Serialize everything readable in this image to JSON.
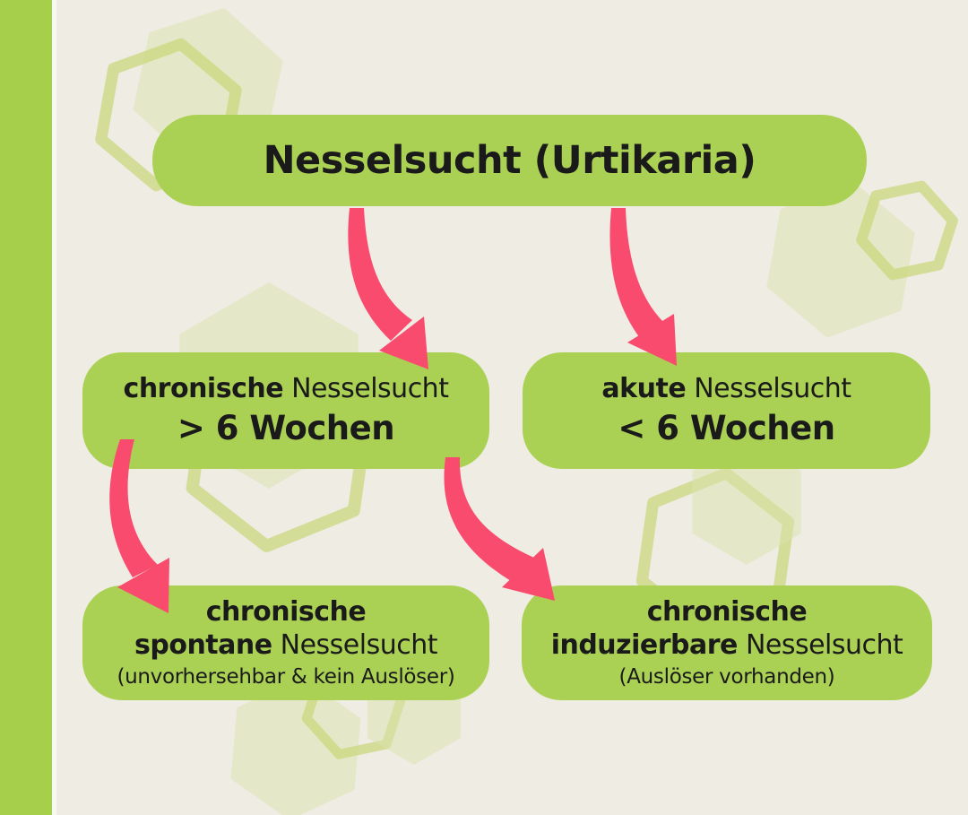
{
  "colors": {
    "background": "#efece4",
    "sidebar-green": "#a6d04c",
    "box-green": "#abd154",
    "arrow-pink": "#f94b6e",
    "text-dark": "#1a1a1a",
    "hex-fill": "#dbe3ab",
    "hex-stroke": "#c9d87f",
    "divider": "#f8f7f1"
  },
  "title": {
    "label": "Nesselsucht (Urtikaria)"
  },
  "nodes": {
    "chronic": {
      "emphasis": "chronische",
      "rest": " Nesselsucht",
      "duration": "> 6 Wochen"
    },
    "acute": {
      "emphasis": "akute",
      "rest": " Nesselsucht",
      "duration": "< 6 Wochen"
    },
    "spontaneous": {
      "line1": "chronische",
      "emphasis": "spontane",
      "rest": " Nesselsucht",
      "note": "(unvorhersehbar & kein Auslöser)"
    },
    "inducible": {
      "line1": "chronische",
      "emphasis": "induzierbare",
      "rest": " Nesselsucht",
      "note": "(Auslöser vorhanden)"
    }
  }
}
